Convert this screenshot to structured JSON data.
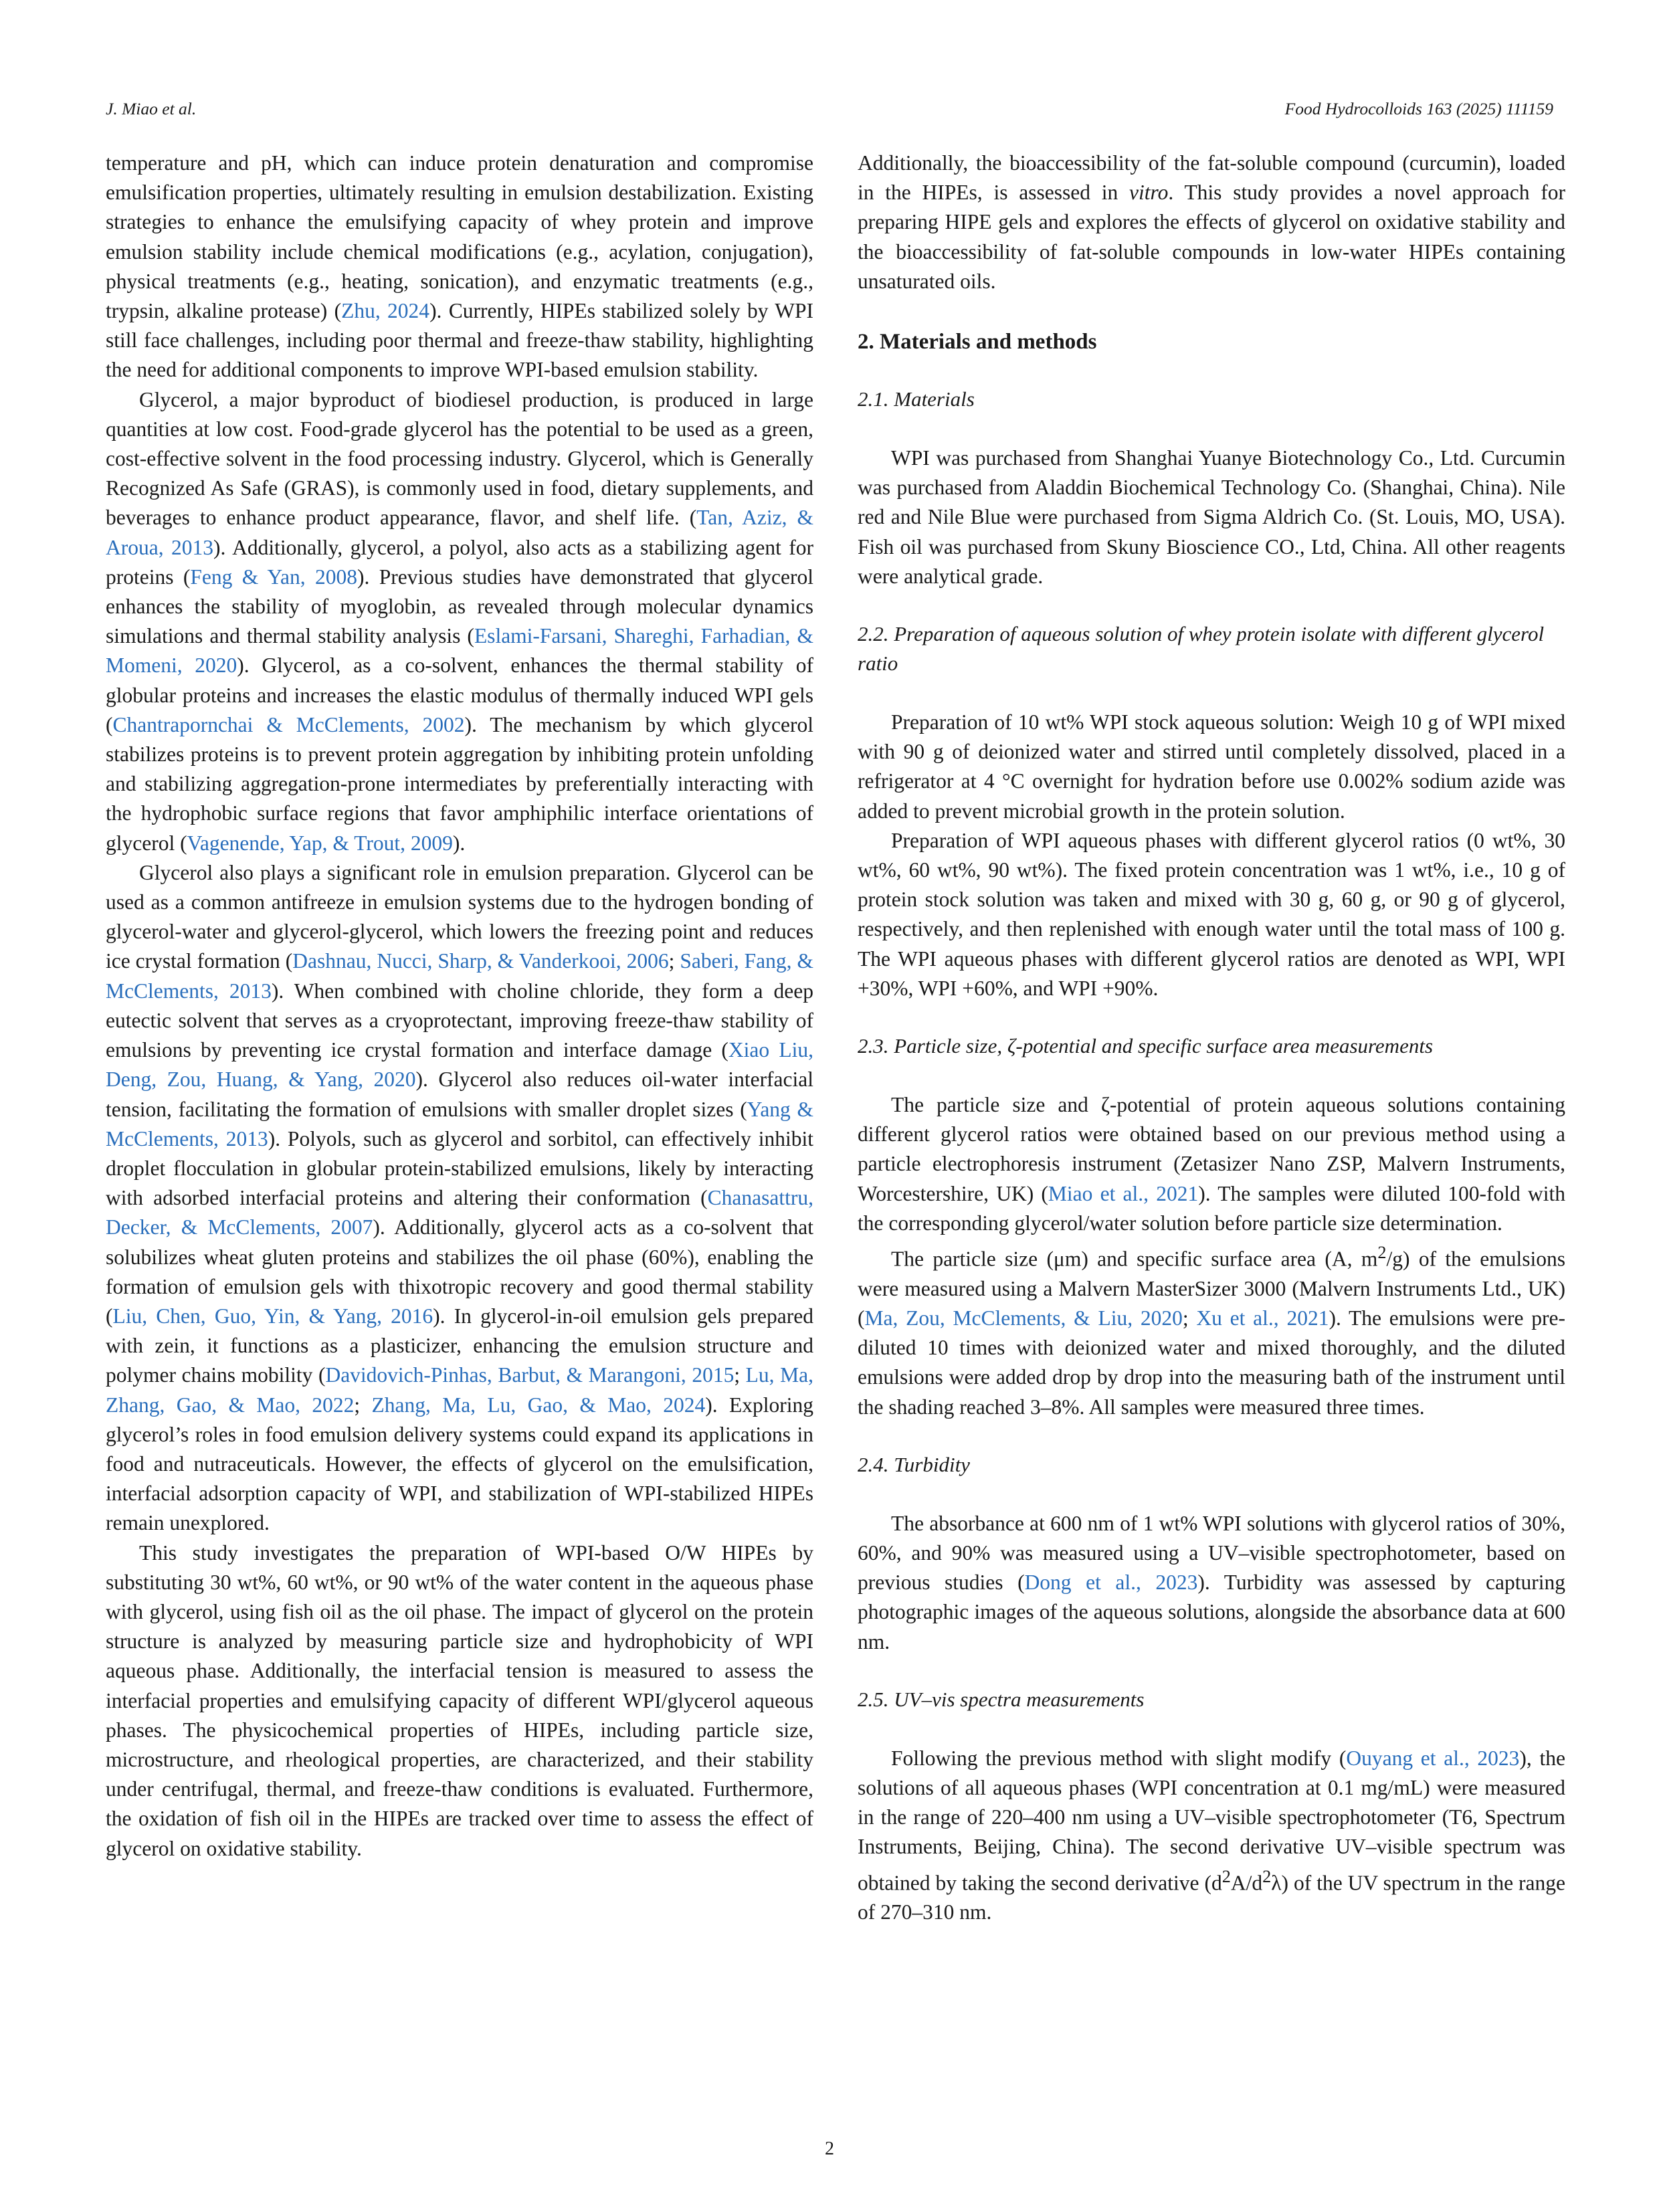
{
  "header": {
    "authors": "J. Miao et al.",
    "journal": "Food Hydrocolloids 163 (2025) 111159"
  },
  "left_column": {
    "p1": [
      "temperature and pH, which can induce protein denaturation and compromise emulsification properties, ultimately resulting in emulsion destabilization. Existing strategies to enhance the emulsifying capacity of whey protein and improve emulsion stability include chemical modifications (e.g., acylation, conjugation), physical treatments (e.g., heating, sonication), and enzymatic treatments (e.g., trypsin, alkaline protease) (",
      "Zhu, 2024",
      "). Currently, HIPEs stabilized solely by WPI still face challenges, including poor thermal and freeze-thaw stability, highlighting the need for additional components to improve WPI-based emulsion stability."
    ],
    "p2": [
      "Glycerol, a major byproduct of biodiesel production, is produced in large quantities at low cost. Food-grade glycerol has the potential to be used as a green, cost-effective solvent in the food processing industry. Glycerol, which is Generally Recognized As Safe (GRAS), is commonly used in food, dietary supplements, and beverages to enhance product appearance, flavor, and shelf life. (",
      "Tan, Aziz, & Aroua, 2013",
      "). Additionally, glycerol, a polyol, also acts as a stabilizing agent for proteins (",
      "Feng & Yan, 2008",
      "). Previous studies have demonstrated that glycerol enhances the stability of myoglobin, as revealed through molecular dynamics simulations and thermal stability analysis (",
      "Eslami-Farsani, Shareghi, Farhadian, & Momeni, 2020",
      "). Glycerol, as a co-solvent, enhances the thermal stability of globular proteins and increases the elastic modulus of thermally induced WPI gels (",
      "Chantrapornchai & McClements, 2002",
      "). The mechanism by which glycerol stabilizes proteins is to prevent protein aggregation by inhibiting protein unfolding and stabilizing aggregation-prone intermediates by preferentially interacting with the hydrophobic surface regions that favor amphiphilic interface orientations of glycerol (",
      "Vagenende, Yap, & Trout, 2009",
      ")."
    ],
    "p3": [
      "Glycerol also plays a significant role in emulsion preparation. Glycerol can be used as a common antifreeze in emulsion systems due to the hydrogen bonding of glycerol-water and glycerol-glycerol, which lowers the freezing point and reduces ice crystal formation (",
      "Dashnau, Nucci, Sharp, & Vanderkooi, 2006",
      "; ",
      "Saberi, Fang, & McClements, 2013",
      "). When combined with choline chloride, they form a deep eutectic solvent that serves as a cryoprotectant, improving freeze-thaw stability of emulsions by preventing ice crystal formation and interface damage (",
      "Xiao Liu, Deng, Zou, Huang, & Yang, 2020",
      "). Glycerol also reduces oil-water interfacial tension, facilitating the formation of emulsions with smaller droplet sizes (",
      "Yang & McClements, 2013",
      "). Polyols, such as glycerol and sorbitol, can effectively inhibit droplet flocculation in globular protein-stabilized emulsions, likely by interacting with adsorbed interfacial proteins and altering their conformation (",
      "Chanasattru, Decker, & McClements, 2007",
      "). Additionally, glycerol acts as a co-solvent that solubilizes wheat gluten proteins and stabilizes the oil phase (60%), enabling the formation of emulsion gels with thixotropic recovery and good thermal stability (",
      "Liu, Chen, Guo, Yin, & Yang, 2016",
      "). In glycerol-in-oil emulsion gels prepared with zein, it functions as a plasticizer, enhancing the emulsion structure and polymer chains mobility (",
      "Davidovich-Pinhas, Barbut, & Marangoni, 2015",
      "; ",
      "Lu, Ma, Zhang, Gao, & Mao, 2022",
      "; ",
      "Zhang, Ma, Lu, Gao, & Mao, 2024",
      "). Exploring glycerol’s roles in food emulsion delivery systems could expand its applications in food and nutraceuticals. However, the effects of glycerol on the emulsification, interfacial adsorption capacity of WPI, and stabilization of WPI-stabilized HIPEs remain unexplored."
    ],
    "p4": "This study investigates the preparation of WPI-based O/W HIPEs by substituting 30 wt%, 60 wt%, or 90 wt% of the water content in the aqueous phase with glycerol, using fish oil as the oil phase. The impact of glycerol on the protein structure is analyzed by measuring particle size and hydrophobicity of WPI aqueous phase. Additionally, the interfacial tension is measured to assess the interfacial properties and emulsifying capacity of different WPI/glycerol aqueous phases. The physicochemical properties of HIPEs, including particle size, microstructure, and rheological properties, are characterized, and their stability under centrifugal, thermal, and freeze-thaw conditions is evaluated. Furthermore, the oxidation of fish oil in the HIPEs are tracked over time to assess the effect of glycerol on oxidative stability."
  },
  "right_column": {
    "p0": [
      "Additionally, the bioaccessibility of the fat-soluble compound (curcumin), loaded in the HIPEs, is assessed in ",
      "vitro",
      ". This study provides a novel approach for preparing HIPE gels and explores the effects of glycerol on oxidative stability and the bioaccessibility of fat-soluble compounds in low-water HIPEs containing unsaturated oils."
    ],
    "section2_title": "2. Materials and methods",
    "s21_title": "2.1. Materials",
    "s21_p1": "WPI was purchased from Shanghai Yuanye Biotechnology Co., Ltd. Curcumin was purchased from Aladdin Biochemical Technology Co. (Shanghai, China). Nile red and Nile Blue were purchased from Sigma Aldrich Co. (St. Louis, MO, USA). Fish oil was purchased from Skuny Bioscience CO., Ltd, China. All other reagents were analytical grade.",
    "s22_title": "2.2. Preparation of aqueous solution of whey protein isolate with different glycerol ratio",
    "s22_p1": "Preparation of 10 wt% WPI stock aqueous solution: Weigh 10 g of WPI mixed with 90 g of deionized water and stirred until completely dissolved, placed in a refrigerator at 4 °C overnight for hydration before use 0.002% sodium azide was added to prevent microbial growth in the protein solution.",
    "s22_p2": "Preparation of WPI aqueous phases with different glycerol ratios (0 wt%, 30 wt%, 60 wt%, 90 wt%). The fixed protein concentration was 1 wt%, i.e., 10 g of protein stock solution was taken and mixed with 30 g, 60 g, or 90 g of glycerol, respectively, and then replenished with enough water until the total mass of 100 g. The WPI aqueous phases with different glycerol ratios are denoted as WPI, WPI +30%, WPI +60%, and WPI +90%.",
    "s23_title": "2.3. Particle size, ζ-potential and specific surface area measurements",
    "s23_p1": [
      "The particle size and ζ-potential of protein aqueous solutions containing different glycerol ratios were obtained based on our previous method using a particle electrophoresis instrument (Zetasizer Nano ZSP, Malvern Instruments, Worcestershire, UK) (",
      "Miao et al., 2021",
      "). The samples were diluted 100-fold with the corresponding glycerol/water solution before particle size determination."
    ],
    "s23_p2": [
      "The particle size (μm) and specific surface area (A, m",
      "2",
      "/g) of the emulsions were measured using a Malvern MasterSizer 3000 (Malvern Instruments Ltd., UK) (",
      "Ma, Zou, McClements, & Liu, 2020",
      "; ",
      "Xu et al., 2021",
      "). The emulsions were pre-diluted 10 times with deionized water and mixed thoroughly, and the diluted emulsions were added drop by drop into the measuring bath of the instrument until the shading reached 3–8%. All samples were measured three times."
    ],
    "s24_title": "2.4. Turbidity",
    "s24_p1": [
      "The absorbance at 600 nm of 1 wt% WPI solutions with glycerol ratios of 30%, 60%, and 90% was measured using a UV–visible spectrophotometer, based on previous studies (",
      "Dong et al., 2023",
      "). Turbidity was assessed by capturing photographic images of the aqueous solutions, alongside the absorbance data at 600 nm."
    ],
    "s25_title": "2.5. UV–vis spectra measurements",
    "s25_p1": [
      "Following the previous method with slight modify (",
      "Ouyang et al., 2023",
      "), the solutions of all aqueous phases (WPI concentration at 0.1 mg/mL) were measured in the range of 220–400 nm using a UV–visible spectrophotometer (T6, Spectrum Instruments, Beijing, China). The second derivative UV–visible spectrum was obtained by taking the second derivative (d",
      "2",
      "A/d",
      "2",
      "λ) of the UV spectrum in the range of 270–310 nm."
    ]
  },
  "footer": {
    "page_number": "2"
  },
  "colors": {
    "text": "#1a1a1a",
    "link": "#2a6ebb",
    "background": "#ffffff"
  }
}
